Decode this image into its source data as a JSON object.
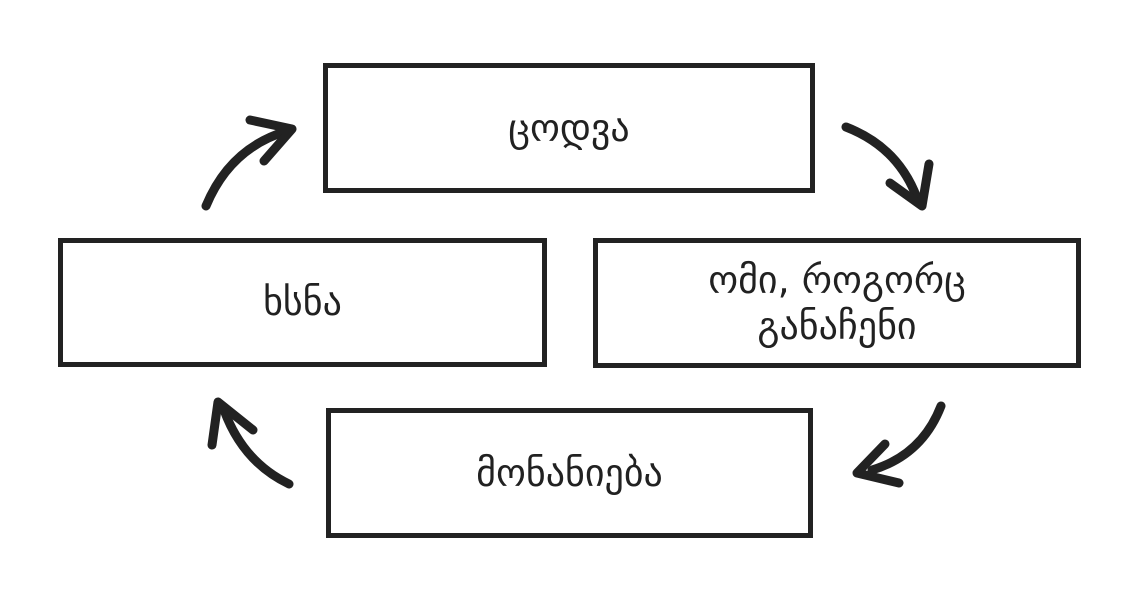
{
  "diagram": {
    "type": "cycle",
    "background_color": "#ffffff",
    "line_color": "#222222",
    "text_color": "#212121",
    "nodes": {
      "top": {
        "label": "ცოდვა"
      },
      "right": {
        "label": "ომი, როგორც განაჩენი"
      },
      "bottom": {
        "label": "მონანიება"
      },
      "left": {
        "label": "ხსნა"
      }
    },
    "arrows": [
      {
        "from": "left",
        "to": "top"
      },
      {
        "from": "top",
        "to": "right"
      },
      {
        "from": "right",
        "to": "bottom"
      },
      {
        "from": "bottom",
        "to": "left"
      }
    ]
  }
}
